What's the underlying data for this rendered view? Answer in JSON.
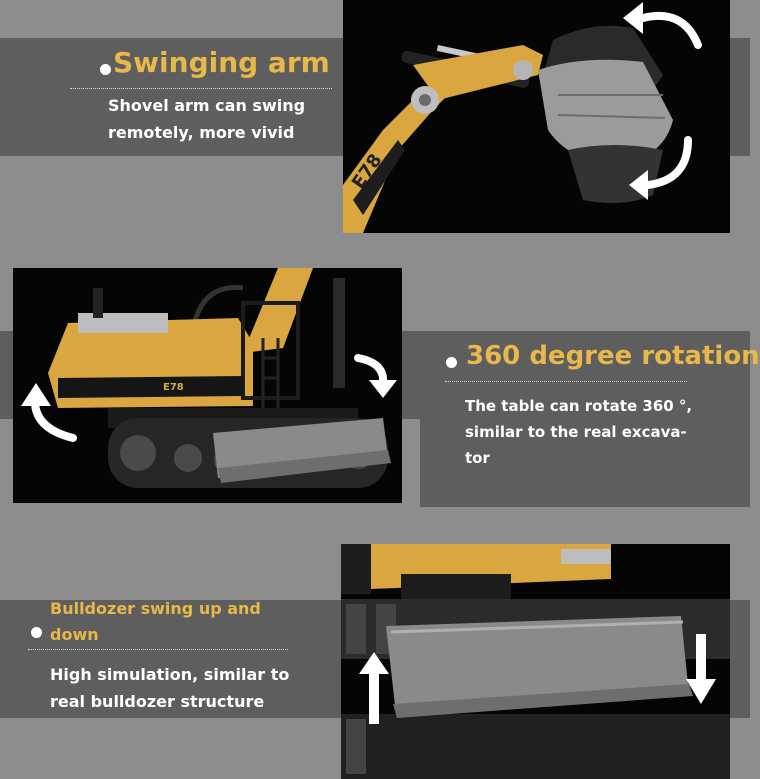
{
  "sections": [
    {
      "title": "Swinging arm",
      "description_lines": [
        "Shovel arm can swing",
        "remotely, more vivid"
      ],
      "image_icon": "excavator-shovel-arm-photo"
    },
    {
      "title": "360 degree rotation",
      "description_lines": [
        "The table can rotate 360 °,",
        "similar to the real excava-",
        "tor"
      ],
      "image_icon": "excavator-rotation-photo"
    },
    {
      "title_lines": [
        "Bulldozer swing up and",
        "down"
      ],
      "description_lines": [
        "High simulation, similar to",
        "real bulldozer structure"
      ],
      "image_icon": "bulldozer-blade-photo"
    }
  ],
  "colors": {
    "background": "#8d8d8d",
    "band": "#5e5e5e",
    "title": "#e8b84a",
    "text": "#ffffff",
    "excavator_body": "#d9a640",
    "blade": "#8a8a8a"
  }
}
